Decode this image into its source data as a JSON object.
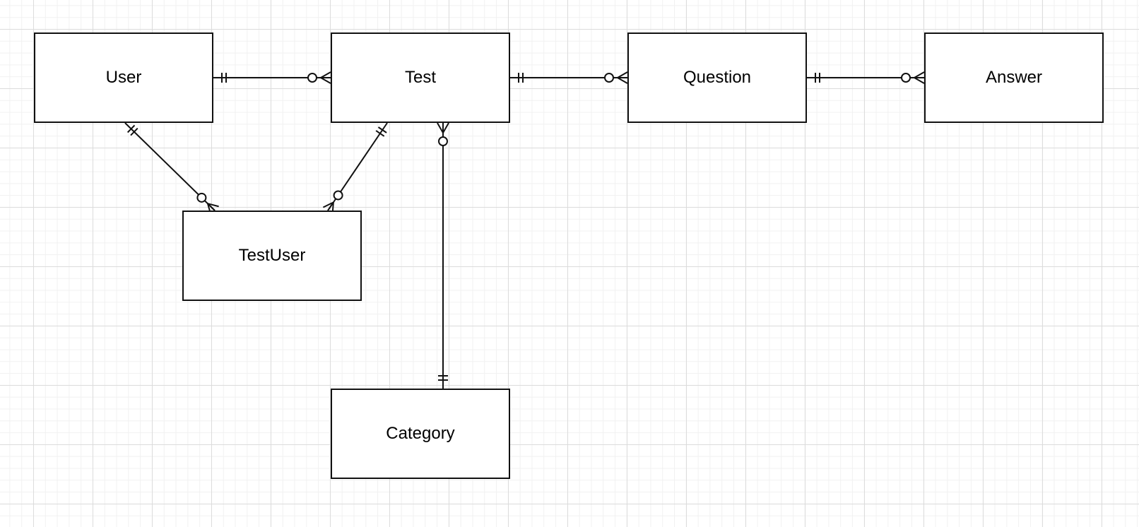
{
  "entities": {
    "user": "User",
    "test": "Test",
    "question": "Question",
    "answer": "Answer",
    "testuser": "TestUser",
    "category": "Category"
  },
  "relationships": [
    {
      "from": "User",
      "to": "Test",
      "from_cardinality": "one-and-only-one",
      "to_cardinality": "zero-or-many"
    },
    {
      "from": "Test",
      "to": "Question",
      "from_cardinality": "one-and-only-one",
      "to_cardinality": "zero-or-many"
    },
    {
      "from": "Question",
      "to": "Answer",
      "from_cardinality": "one-and-only-one",
      "to_cardinality": "zero-or-many"
    },
    {
      "from": "User",
      "to": "TestUser",
      "from_cardinality": "one-and-only-one",
      "to_cardinality": "zero-or-many"
    },
    {
      "from": "Test",
      "to": "TestUser",
      "from_cardinality": "one-and-only-one",
      "to_cardinality": "zero-or-many"
    },
    {
      "from": "Category",
      "to": "Test",
      "from_cardinality": "one-and-only-one",
      "to_cardinality": "zero-or-many"
    }
  ],
  "colors": {
    "line": "#111111",
    "grid_major": "#dcdcdc",
    "grid_minor": "#f1f1f1",
    "background": "#ffffff"
  }
}
